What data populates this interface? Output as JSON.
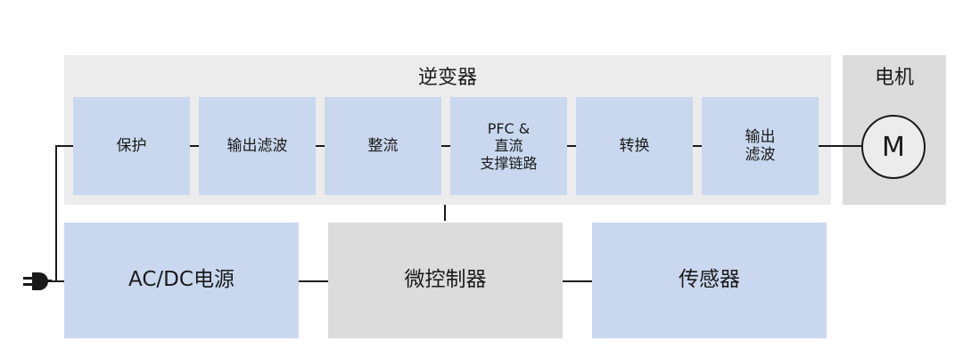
{
  "inverter": {
    "title": "逆变器",
    "blocks": [
      "保护",
      "输出滤波",
      "整流",
      "PFC &\n直流\n支撑链路",
      "转换",
      "输出\n滤波"
    ]
  },
  "motor": {
    "title": "电机",
    "symbol": "M"
  },
  "bottom": {
    "power": "AC/DC电源",
    "mcu": "微控制器",
    "sensor": "传感器"
  },
  "plug_icon": "plug-icon"
}
